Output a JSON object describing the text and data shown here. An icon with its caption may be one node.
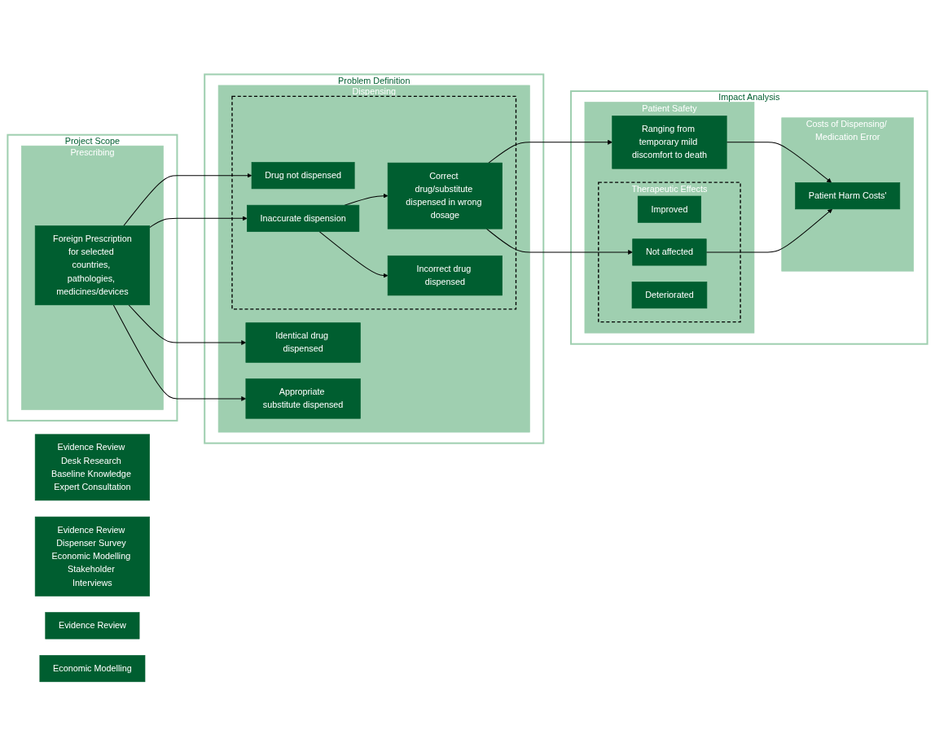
{
  "diagram": {
    "nodes": [
      {
        "text": [
          "Project Scope"
        ]
      },
      {
        "text": [
          "Prescribing"
        ],
        "in": 0
      },
      {
        "text": [
          "Foreign Prescription",
          "for selected countries, pathologies, medicines/devices"
        ],
        "in": 1
      },
      {
        "text": [
          "Problem Definition"
        ]
      },
      {
        "text": [
          "Dispensing"
        ],
        "in": 3
      },
      {
        "text": [
          "Identical drug dispensed"
        ],
        "in": 4
      },
      {
        "text": [
          "Appropriate substitute dispensed"
        ],
        "in": 4
      },
      {
        "text": [],
        "shape": "box",
        "in": 4
      },
      {
        "text": [
          "Drug not dispensed"
        ],
        "in": 7
      },
      {
        "text": [
          "Inaccurate dispension"
        ],
        "in": 7
      },
      {
        "text": [
          "Correct drug/substitute dispensed in wrong dosage"
        ],
        "in": 7
      },
      {
        "text": [
          "Incorrect drug dispensed"
        ],
        "in": 7
      },
      {
        "text": [
          "Impact Analysis"
        ]
      },
      {
        "text": [
          "Patient Safety"
        ],
        "in": 12
      },
      {
        "text": [
          "Ranging from temporary mild discomfort to death"
        ],
        "in": 13
      },
      {
        "text": [
          "Therapeutic Effects"
        ],
        "in": 13
      },
      {
        "text": [
          "Improved"
        ],
        "in": 15
      },
      {
        "text": [
          "Not affected"
        ],
        "in": 15
      },
      {
        "text": [
          "Deteriorated"
        ],
        "in": 15
      },
      {
        "text": [
          "Costs of Dispensing/ Medication Error"
        ],
        "in": 12
      },
      {
        "text": [
          "Patient Harm Costs'"
        ],
        "in": 19
      },
      {
        "text": [
          "Evidence Review Desk Research Baseline Knowledge Expert Consultation"
        ]
      },
      {
        "text": [
          "Evidence Review Dispenser Survey Economic Modelling Stakeholder Interviews"
        ]
      },
      {
        "text": [
          "Evidence Review"
        ]
      },
      {
        "text": [
          "Economic Modelling"
        ]
      }
    ],
    "edges": [
      {
        "from": 2,
        "to": 5,
        "arrow": "to"
      },
      {
        "from": 2,
        "to": 6,
        "arrow": "to"
      },
      {
        "from": 2,
        "to": 8,
        "arrow": "to"
      },
      {
        "from": 2,
        "to": 9,
        "arrow": "to"
      },
      {
        "from": 9,
        "to": 10,
        "arrow": "to"
      },
      {
        "from": 9,
        "to": 11,
        "arrow": "to"
      },
      {
        "from": 10,
        "to": 14,
        "arrow": "to"
      },
      {
        "from": 10,
        "to": 17,
        "arrow": "to"
      },
      {
        "from": 14,
        "to": 20,
        "arrow": "to"
      },
      {
        "from": 17,
        "to": 20,
        "arrow": "to"
      }
    ]
  }
}
